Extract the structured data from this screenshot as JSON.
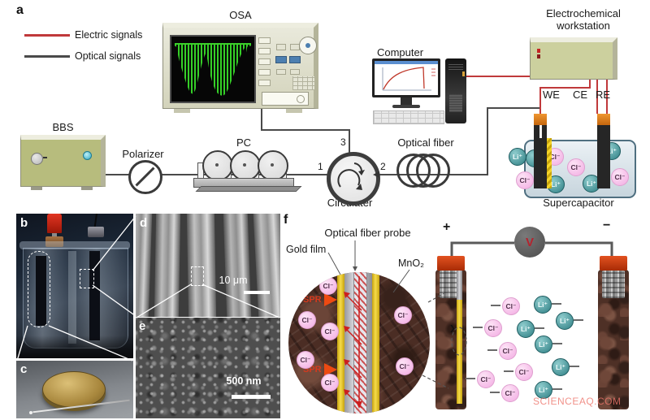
{
  "fig": {
    "panel_labels": {
      "a": "a",
      "b": "b",
      "c": "c",
      "d": "d",
      "e": "e",
      "f": "f"
    },
    "legend": {
      "electric": "Electric signals",
      "optical": "Optical signals"
    },
    "devices": {
      "osa": "OSA",
      "bbs": "BBS",
      "polarizer": "Polarizer",
      "pc": "PC",
      "circulator": "Circulater",
      "circulator_ports": {
        "p1": "1",
        "p2": "2",
        "p3": "3"
      },
      "optical_fiber": "Optical fiber",
      "computer": "Computer",
      "workstation_line1": "Electrochemical",
      "workstation_line2": "workstation",
      "supercapacitor": "Supercapacitor"
    },
    "terminals": {
      "we": "WE",
      "ce": "CE",
      "re": "RE"
    },
    "ions": {
      "li": "Li⁺",
      "cl": "Cl⁻"
    },
    "scale_bars": {
      "d": "10 μm",
      "e": "500 nm"
    },
    "panel_f": {
      "probe": "Optical fiber probe",
      "gold_film": "Gold film",
      "mno2": "MnO₂",
      "spr": "SPR",
      "plus": "+",
      "minus": "−",
      "voltmeter": "V"
    },
    "watermark": "SCIENCEAQ.COM",
    "colors": {
      "electric_signal": "#c0393b",
      "optical_signal": "#4a4a4a",
      "device_beige": "#ced2a2",
      "gold": "#f0d53c",
      "mno2_brown": "#53352b",
      "cl_pink": "#f6c2e8",
      "li_teal": "#3f8d92",
      "spectrum_green": "#3bd02a",
      "spr_orange": "#ed4a12"
    }
  }
}
